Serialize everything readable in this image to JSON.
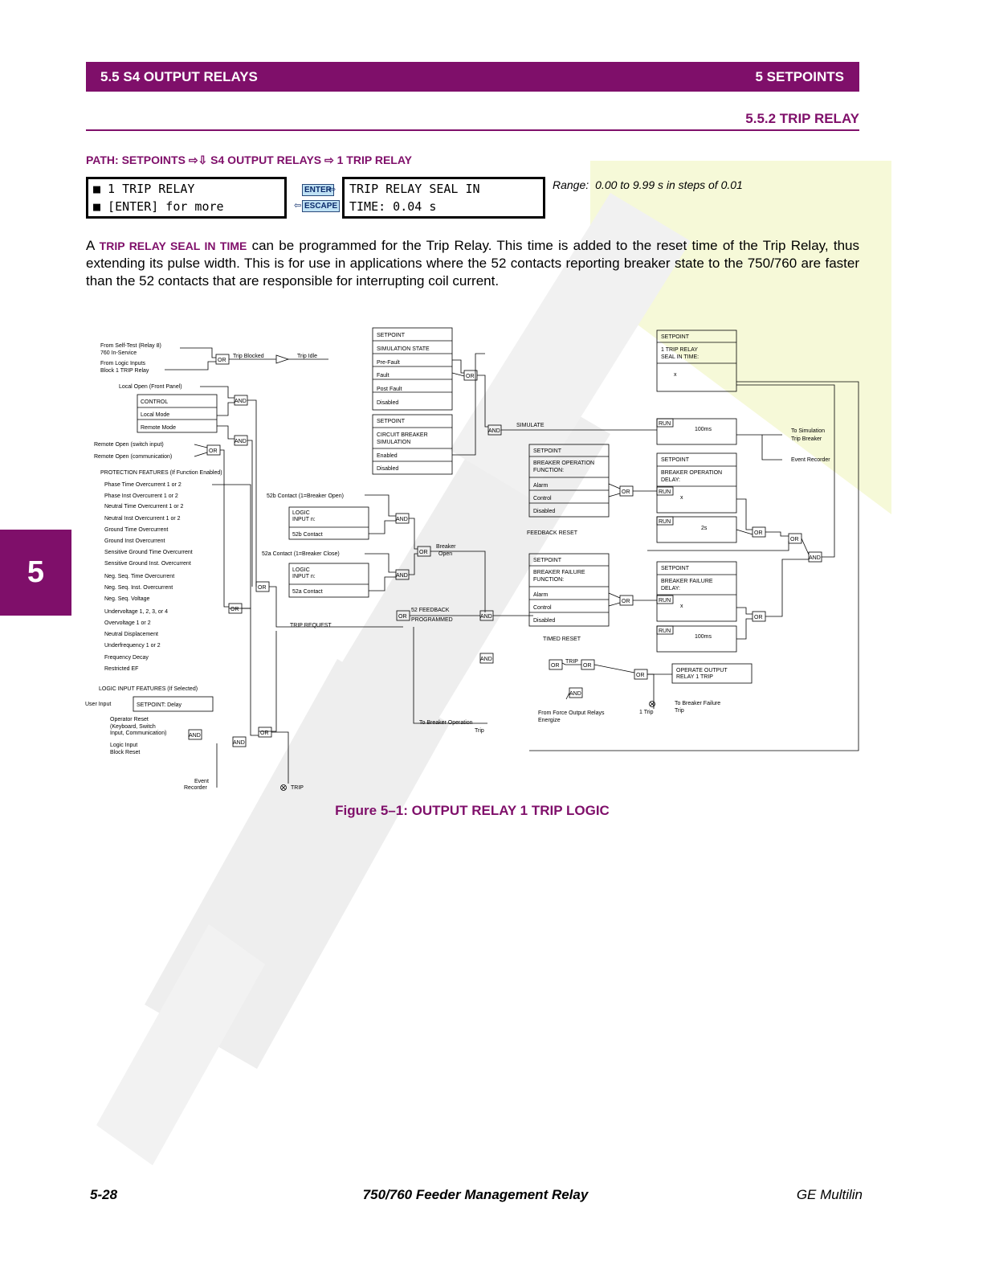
{
  "header": {
    "section": "5.5 S4 OUTPUT RELAYS",
    "chapter": "5 SETPOINTS"
  },
  "subsection": "5.5.2 TRIP RELAY",
  "path": "PATH: SETPOINTS ⇨⇩ S4 OUTPUT RELAYS ⇨ 1 TRIP RELAY",
  "display_left": {
    "line1": "■ 1 TRIP RELAY",
    "line2": "■ [ENTER] for more"
  },
  "keys": {
    "enter": "ENTER",
    "escape": "ESCAPE"
  },
  "display_right": {
    "line1": "TRIP RELAY SEAL IN",
    "line2": "TIME: 0.04 s"
  },
  "range": {
    "label": "Range:",
    "value": "0.00 to 9.99 s in steps of 0.01"
  },
  "paragraph": {
    "lead": "A ",
    "highlight": "TRIP RELAY SEAL IN TIME",
    "rest": " can be programmed for the Trip Relay. This time is added to the reset time of the Trip Relay, thus extending its pulse width. This is for use in applications where the 52 contacts reporting breaker state to the 750/760 are faster than the 52 contacts that are responsible for interrupting coil current."
  },
  "diagram": {
    "inputs_top": [
      "From Self-Test (Relay 8)",
      "760 In-Service",
      "From Logic Inputs",
      "Block 1 TRIP Relay"
    ],
    "trip_blocked": "Trip Blocked",
    "trip_idle": "Trip Idle",
    "local_open": "Local Open (Front Panel)",
    "control_box": [
      "CONTROL",
      "Local Mode",
      "Remote Mode"
    ],
    "remote_open": [
      "Remote Open (switch input)",
      "Remote Open (communication)"
    ],
    "protection_title": "PROTECTION FEATURES (If Function Enabled)",
    "protection_items": [
      "Phase Time Overcurrent 1 or 2",
      "Phase Inst Overcurrent 1 or 2",
      "Neutral Time Overcurrent 1 or 2",
      "Neutral Inst Overcurrent 1 or 2",
      "Ground Time Overcurrent",
      "Ground Inst Overcurrent",
      "Sensitive Ground Time Overcurrent",
      "Sensitive Ground Inst. Overcurrent",
      "Neg. Seq. Time Overcurrent",
      "Neg. Seq. Inst. Overcurrent",
      "Neg. Seq. Voltage",
      "Undervoltage 1, 2, 3, or 4",
      "Overvoltage 1 or 2",
      "Neutral Displacement",
      "Underfrequency 1 or 2",
      "Frequency Decay",
      "Restricted EF"
    ],
    "logic_title": "LOGIC INPUT FEATURES (If Selected)",
    "user_input": "User Input",
    "setpoint_delay": "SETPOINT: Delay",
    "operator_reset": [
      "Operator Reset",
      "(Keyboard, Switch",
      "Input, Communication)"
    ],
    "logic_block_reset": [
      "Logic Input",
      "Block Reset"
    ],
    "event_recorder": [
      "Event",
      "Recorder"
    ],
    "trip_lamp": "TRIP",
    "sim_box": [
      "SETPOINT",
      "SIMULATION STATE",
      "Pre-Fault",
      "Fault",
      "Post Fault",
      "Disabled"
    ],
    "cb_sim_box": [
      "SETPOINT",
      "CIRCUIT BREAKER",
      "SIMULATION",
      "Enabled",
      "Disabled"
    ],
    "simulate": "SIMULATE",
    "contact_52b": "52b Contact (1=Breaker Open)",
    "contact_52a": "52a Contact (1=Breaker Close)",
    "logic_input_b": [
      "LOGIC",
      "INPUT n:",
      "52b Contact"
    ],
    "logic_input_a": [
      "LOGIC",
      "INPUT n:",
      "52a Contact"
    ],
    "breaker_open": [
      "Breaker",
      "Open"
    ],
    "feedback_52": [
      "52 FEEDBACK",
      "PROGRAMMED"
    ],
    "trip_request": "TRIP REQUEST",
    "bof_box": [
      "SETPOINT",
      "BREAKER OPERATION",
      "FUNCTION:",
      "Alarm",
      "Control",
      "Disabled"
    ],
    "bff_box": [
      "SETPOINT",
      "BREAKER FAILURE",
      "FUNCTION:",
      "Alarm",
      "Control",
      "Disabled"
    ],
    "feedback_reset": "FEEDBACK RESET",
    "timed_reset": "TIMED RESET",
    "seal_box": [
      "SETPOINT",
      "1 TRIP RELAY",
      "SEAL IN TIME:",
      "x"
    ],
    "bod_box": [
      "SETPOINT",
      "BREAKER OPERATION",
      "DELAY:",
      "x"
    ],
    "bfd_box": [
      "SETPOINT",
      "BREAKER FAILURE",
      "DELAY:",
      "x"
    ],
    "timers": [
      "100ms",
      "2s",
      "100ms"
    ],
    "run": "RUN",
    "to_sim": [
      "To Simulation",
      "Trip Breaker"
    ],
    "event_rec_right": "Event Recorder",
    "operate_box": [
      "OPERATE OUTPUT",
      "RELAY 1 TRIP"
    ],
    "one_trip": "1 Trip",
    "to_bf_trip": [
      "To Breaker Failure",
      "Trip"
    ],
    "force_output": [
      "From Force Output Relays",
      "Energize"
    ],
    "to_bo_trip": [
      "To Breaker Operation",
      "Trip"
    ],
    "gates": {
      "or": "OR",
      "and": "AND",
      "trip": "TRIP"
    }
  },
  "caption": "Figure 5–1: OUTPUT RELAY 1 TRIP LOGIC",
  "side_tab": "5",
  "footer": {
    "page": "5-28",
    "title": "750/760 Feeder Management Relay",
    "brand": "GE Multilin"
  }
}
